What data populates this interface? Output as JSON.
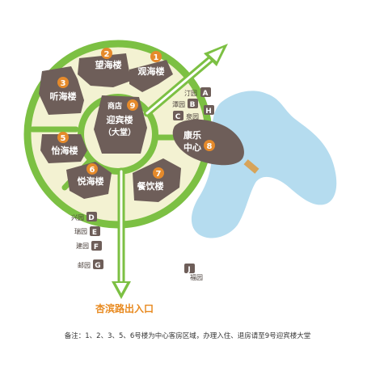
{
  "buildings": {
    "b1": {
      "num": "1",
      "name": "观海楼"
    },
    "b2": {
      "num": "2",
      "name": "望海楼"
    },
    "b3": {
      "num": "3",
      "name": "听海楼"
    },
    "b5": {
      "num": "5",
      "name": "怡海楼"
    },
    "b6": {
      "num": "6",
      "name": "悦海楼"
    },
    "b7": {
      "num": "7",
      "name": "餐饮楼"
    },
    "b8": {
      "num": "8",
      "name_line1": "康乐",
      "name_line2": "中心"
    },
    "b9": {
      "num": "9",
      "shop": "商店",
      "name_line1": "迎宾楼",
      "name_line2": "（大堂）"
    }
  },
  "villas": {
    "A": {
      "letter": "A",
      "name": "汀园"
    },
    "B": {
      "letter": "B",
      "name": "潭园"
    },
    "C": {
      "letter": "C",
      "name": "泉园"
    },
    "H": {
      "letter": "H",
      "name": ""
    },
    "D": {
      "letter": "D",
      "name": "兴园"
    },
    "E": {
      "letter": "E",
      "name": "瑞园"
    },
    "F": {
      "letter": "F",
      "name": "建园"
    },
    "G": {
      "letter": "G",
      "name": "邮园"
    },
    "J": {
      "letter": "J",
      "name": "福园"
    }
  },
  "exit_label": "杏滨路出入口",
  "note": "备注：1、2、3、5、6号楼为中心客房区域，办理入住、退房请至9号迎宾楼大堂",
  "colors": {
    "green": "#7cc043",
    "cream": "#f3f2d2",
    "building": "#6e5e59",
    "badge": "#e58a2b",
    "water": "#b5dcef",
    "exit": "#e8891e"
  }
}
